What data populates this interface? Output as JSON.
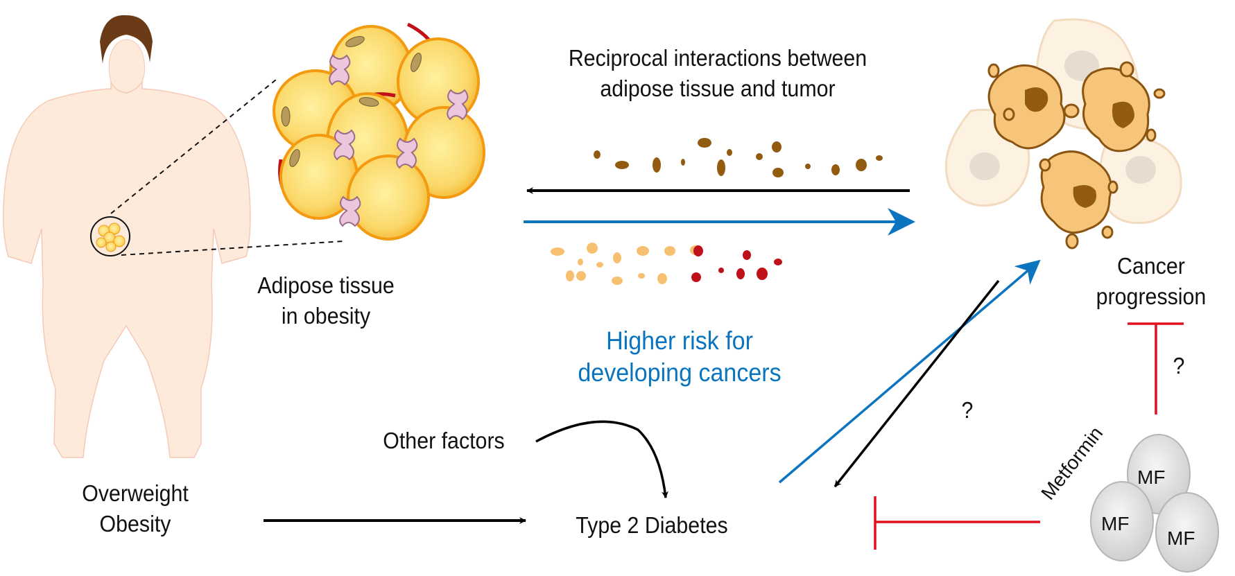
{
  "labels": {
    "reciprocal_line1": "Reciprocal interactions between",
    "reciprocal_line2": "adipose tissue and tumor",
    "adipose_line1": "Adipose tissue",
    "adipose_line2": "in obesity",
    "higher_risk_line1": "Higher risk for",
    "higher_risk_line2": "developing cancers",
    "cancer_line1": "Cancer",
    "cancer_line2": "progression",
    "overweight_line1": "Overweight",
    "overweight_line2": "Obesity",
    "other_factors": "Other factors",
    "type2_diabetes": "Type 2 Diabetes",
    "metformin": "Metformin",
    "question_diag": "?",
    "question_vert": "?",
    "mf": "MF"
  },
  "colors": {
    "skin": "#fdeadb",
    "hair": "#6b3b17",
    "fat": "#fbd86a",
    "fat_border": "#f39a10",
    "vessel": "#c0101a",
    "macrophage": "#ebc6dc",
    "tumor": "#f7c57a",
    "tumor_border": "#8a5512",
    "nucleus": "#925b10",
    "arrow_black": "#000000",
    "arrow_blue": "#0a74bf",
    "inhibit_red": "#e2101e",
    "pill": "#dcdcdc"
  }
}
